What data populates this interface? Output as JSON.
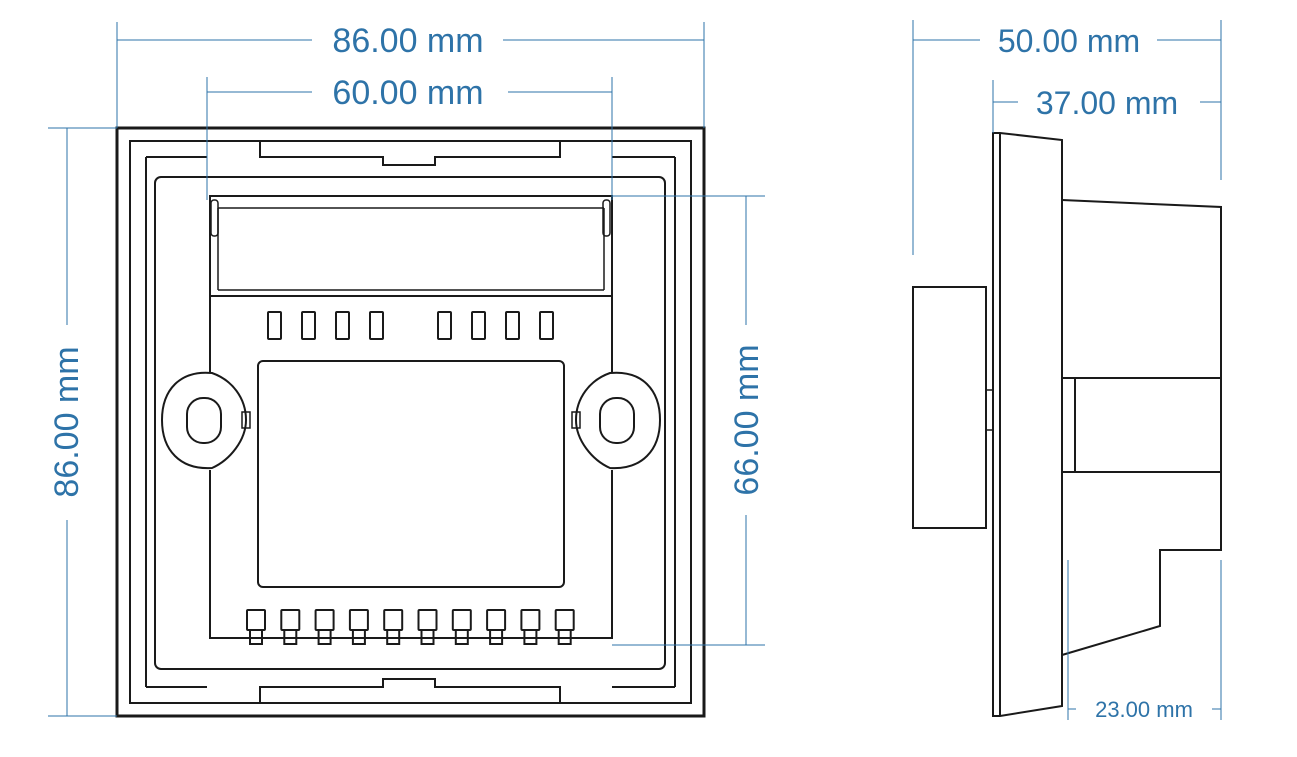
{
  "colors": {
    "dimension": "#2e73a8",
    "outline": "#1a1a1a",
    "background": "#ffffff"
  },
  "dimensions": {
    "front_width_outer": "86.00 mm",
    "front_width_inner": "60.00 mm",
    "front_height_outer": "86.00 mm",
    "front_height_inner": "66.00 mm",
    "side_depth_total": "50.00 mm",
    "side_depth_body": "37.00 mm",
    "side_bottom_depth": "23.00 mm"
  }
}
